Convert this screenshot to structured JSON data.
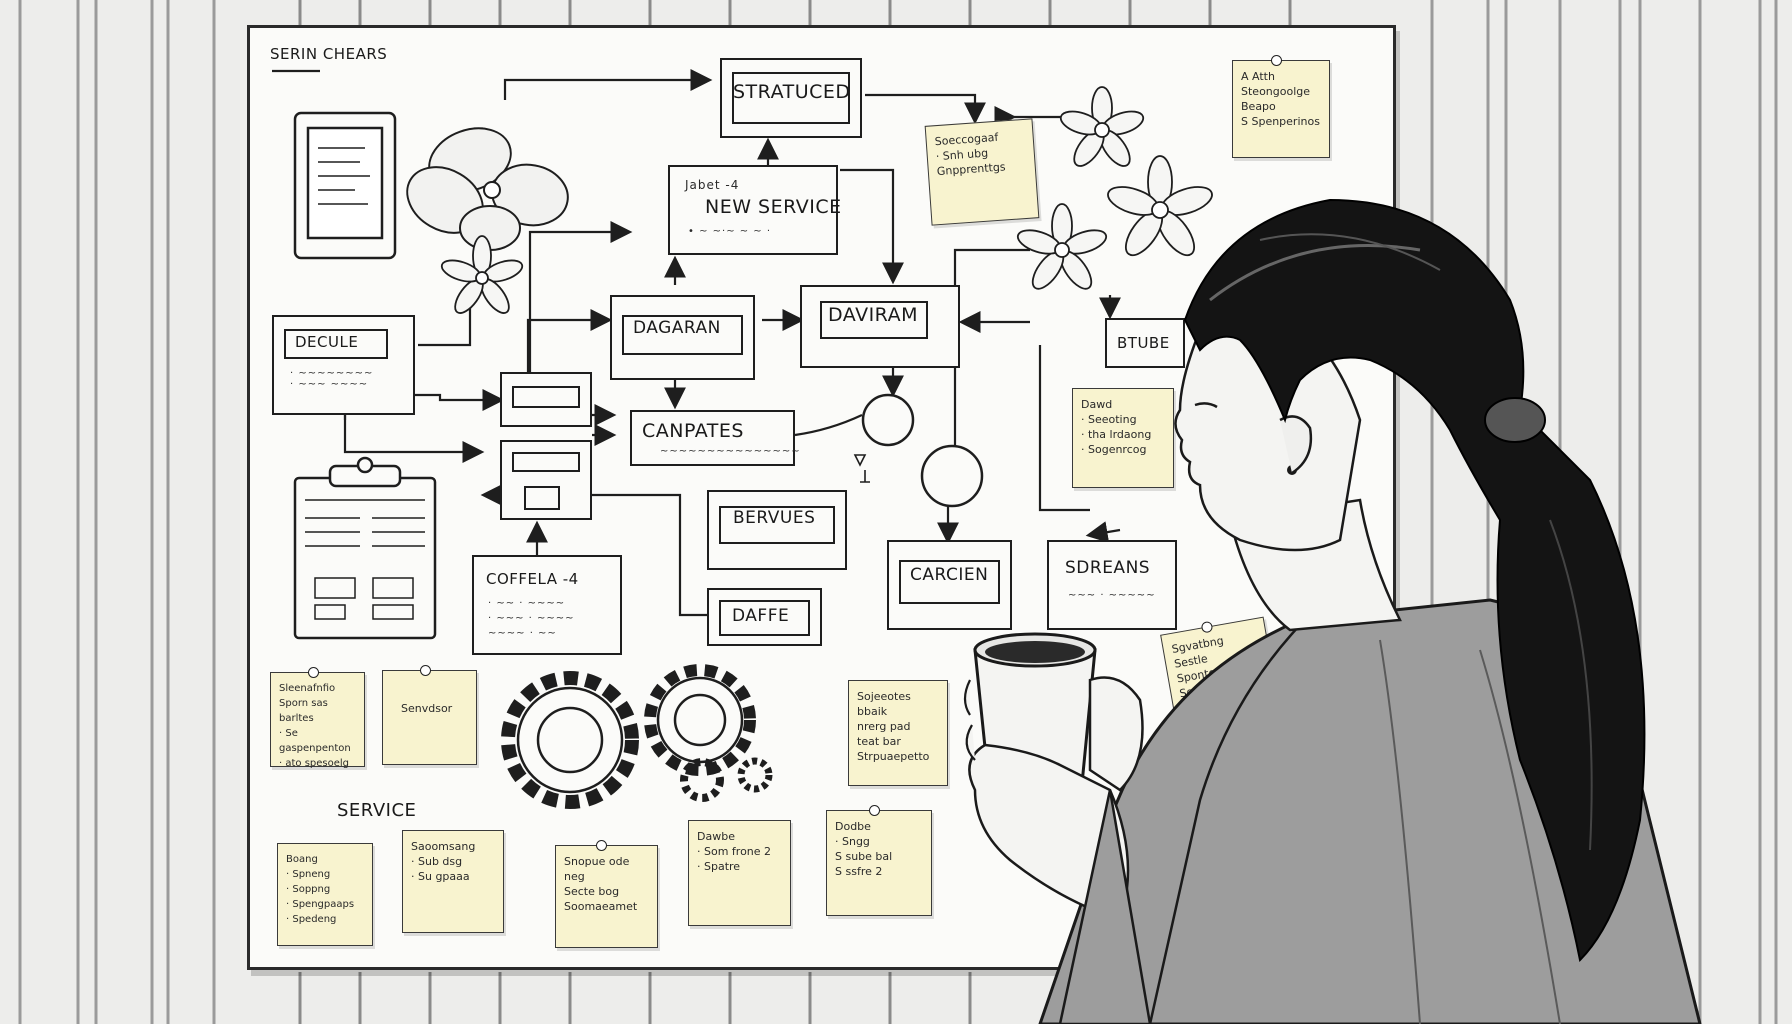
{
  "board": {
    "corner_label": "SERIN CHEARS",
    "boxes": {
      "structured": "STRATUCED",
      "new_service_small": "Jabet -4",
      "new_service": "NEW SERVICE",
      "decule": "DECULE",
      "dagaran": "DAGARAN",
      "daviram": "DAVIRAM",
      "canpates": "CANPATES",
      "btube": "BTUBE",
      "bervues": "BERVUES",
      "carcien": "CARCIEN",
      "sdreans": "SDREANS",
      "coffela": "COFFELA -4",
      "daffe": "DAFFE",
      "service_label": "SERVICE"
    },
    "notes": {
      "top_right": "A Atth\nSteongoolge\nBeapo\nS Spenperinos",
      "top_mid": "Soeccogaaf\n· Snh ubg\nGnpprenttgs",
      "right_mid": "Dawd\n· Seeoting\n· tha lrdaong\n· Sogenrcog",
      "right_low": "Sgvatbng Sestle\nSpontes stoe\nSogenrcog",
      "left_low_1": "Sleenafnfio\nSporn sas barltes\n· Se gaspenpenton\n· ato spesoelg",
      "left_low_2": "Senvdsor",
      "mid_low": "Sojeeotes bbaik\nnrerg pad\nteat bar\nStrpuaepetto",
      "bottom_1": "Boang\n· Spneng\n· Soppng\n· Spengpaaps\n· Spedeng",
      "bottom_2": "Saoomsang\n· Sub dsg\n· Su gpaaa",
      "bottom_3": "Snopue ode\nneg\nSecte bog\nSoomaeamet",
      "bottom_4": "Dawbe\n· Som frone 2\n· Spatre",
      "bottom_5": "Dodbe\n· Sngg\nS sube bal\nS ssfre 2"
    }
  },
  "colors": {
    "wall": "#ededeb",
    "board": "#fbfbf9",
    "ink": "#1e1e1e",
    "sticky_note": "#f8f3cf",
    "hair": "#141414",
    "robe": "#9d9d9d"
  },
  "icons": [
    "flower-icon",
    "gear-icon",
    "clipboard-icon",
    "tablet-icon",
    "coffee-cup-icon"
  ]
}
